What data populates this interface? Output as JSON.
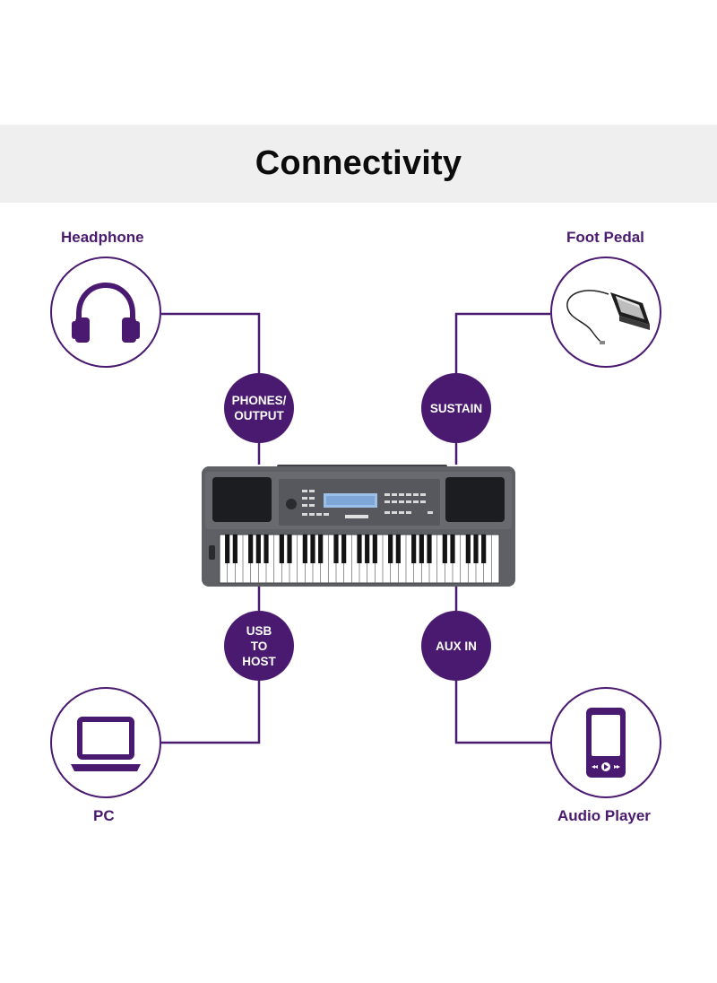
{
  "title": "Connectivity",
  "colors": {
    "accent": "#4a1a70",
    "title_band": "#efefef",
    "keyboard_body": "#5e6065"
  },
  "devices": {
    "headphone": {
      "label": "Headphone",
      "icon": "headphones-icon",
      "port": "PHONES/\nOUTPUT"
    },
    "foot_pedal": {
      "label": "Foot Pedal",
      "icon": "sustain-pedal-image",
      "port": "SUSTAIN"
    },
    "pc": {
      "label": "PC",
      "icon": "laptop-icon",
      "port": "USB\nTO\nHOST"
    },
    "audio_player": {
      "label": "Audio Player",
      "icon": "audio-player-icon",
      "port": "AUX IN"
    }
  },
  "keyboard": {
    "name": "portable-keyboard-image"
  }
}
